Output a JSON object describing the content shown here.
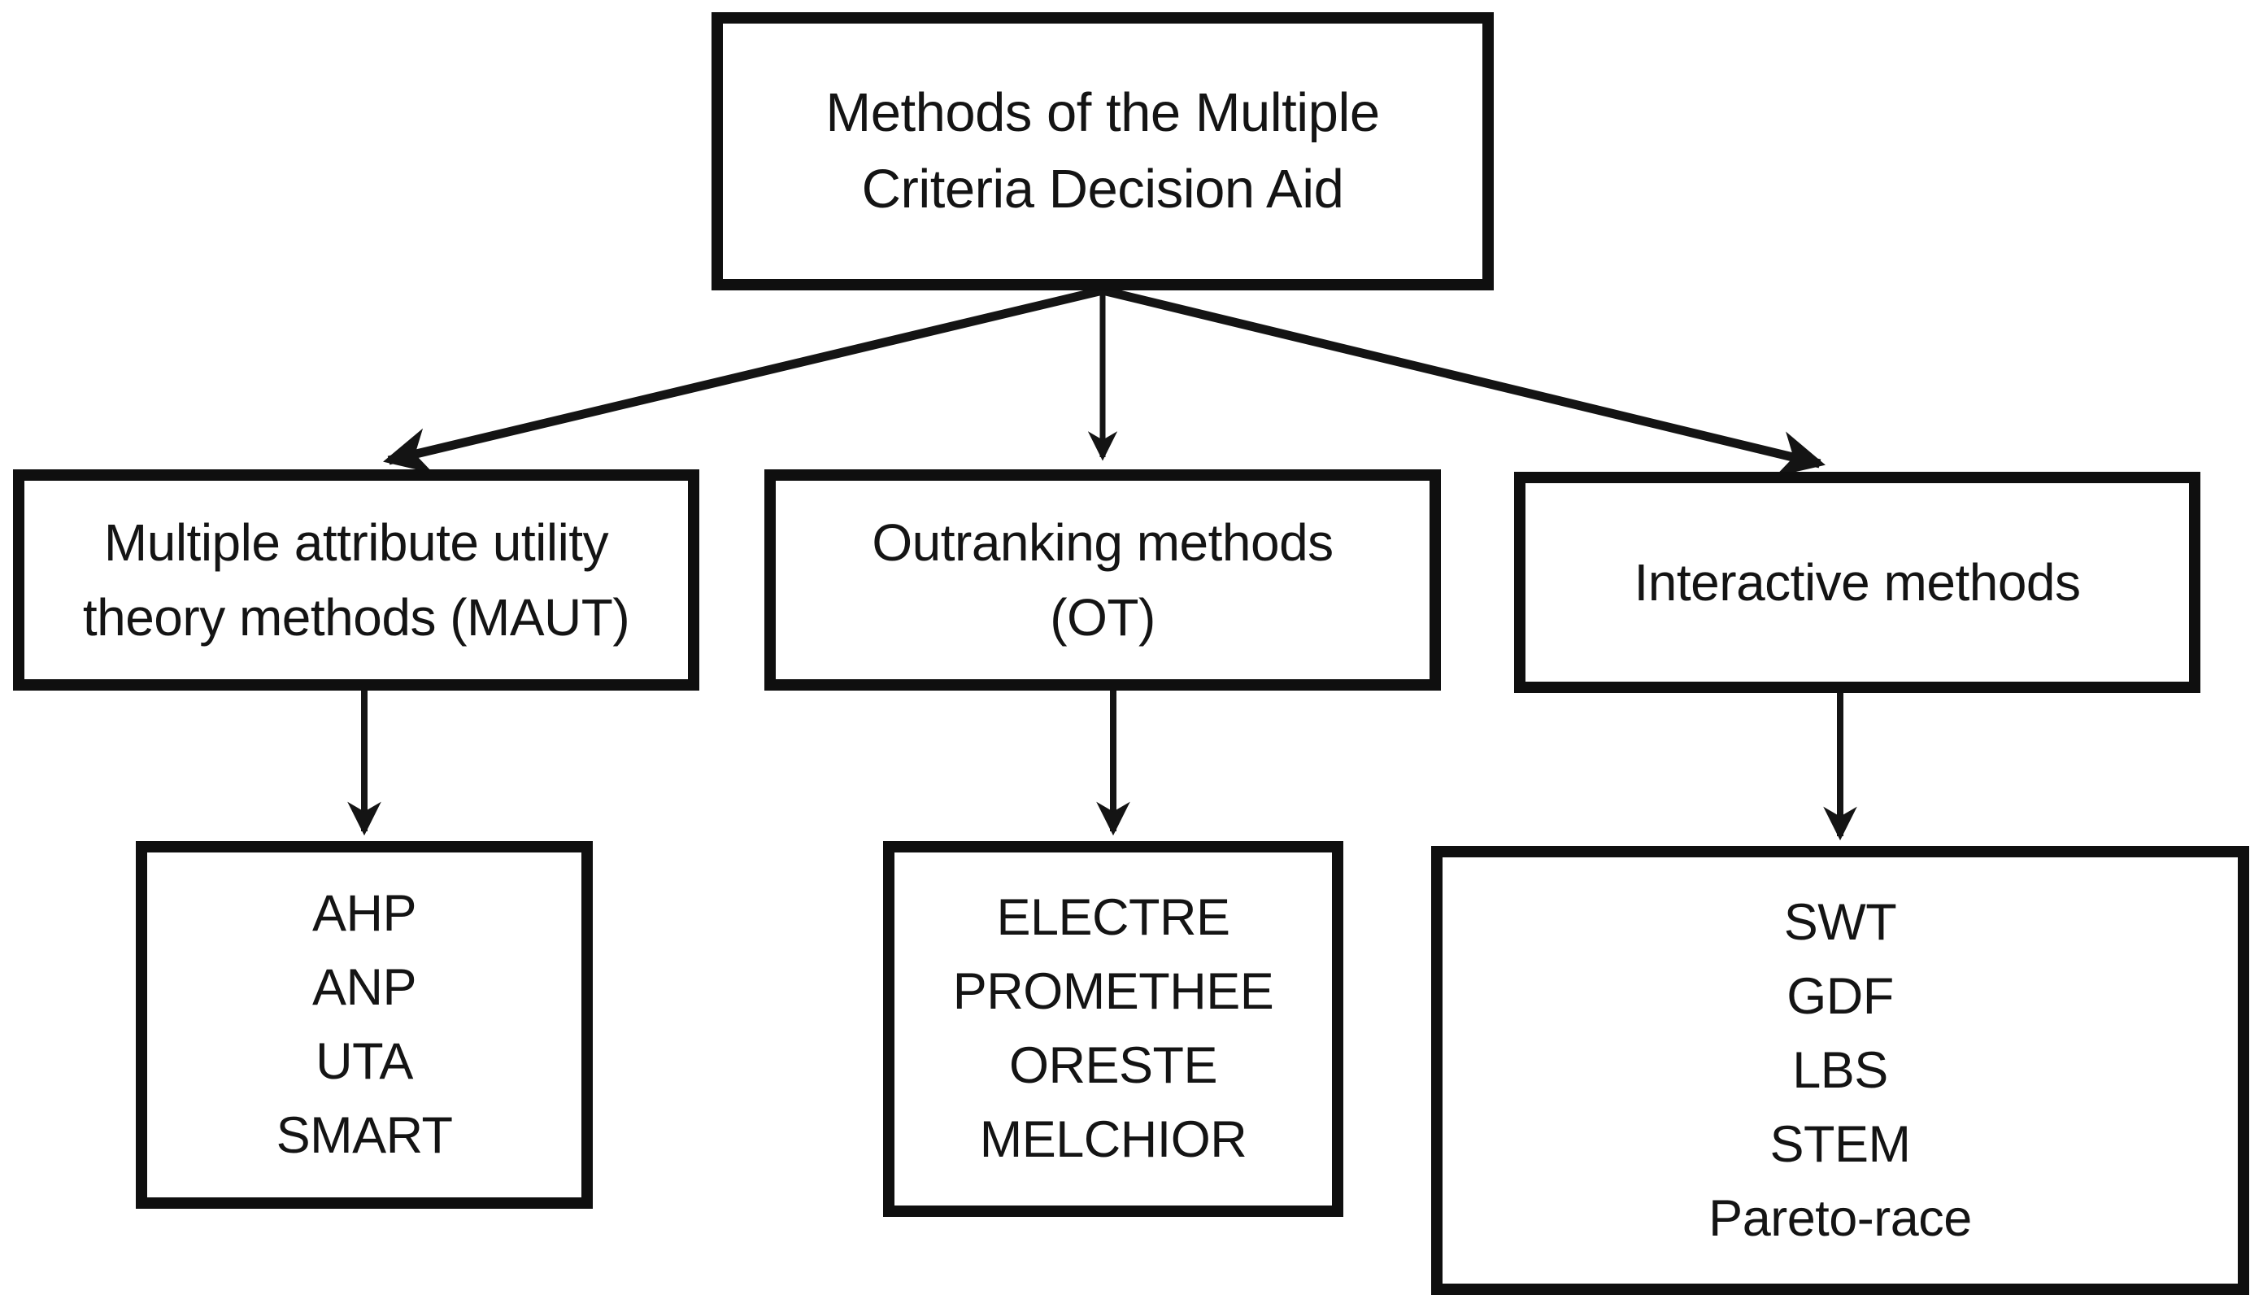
{
  "figure": {
    "background": "#ffffff",
    "ink": "#141414",
    "border_color": "#0f0f0f"
  },
  "tree": {
    "root": {
      "lines": [
        "Methods of the Multiple",
        "Criteria Decision Aid"
      ]
    },
    "categories": [
      {
        "key": "maut",
        "lines": [
          "Multiple attribute utility",
          "theory methods (MAUT)"
        ],
        "methods": [
          "AHP",
          "ANP",
          "UTA",
          "SMART"
        ]
      },
      {
        "key": "outranking",
        "lines": [
          "Outranking methods",
          "(OT)"
        ],
        "methods": [
          "ELECTRE",
          "PROMETHEE",
          "ORESTE",
          "MELCHIOR"
        ]
      },
      {
        "key": "interactive",
        "lines": [
          "Interactive methods"
        ],
        "methods": [
          "SWT",
          "GDF",
          "LBS",
          "STEM",
          "Pareto-race"
        ]
      }
    ]
  }
}
